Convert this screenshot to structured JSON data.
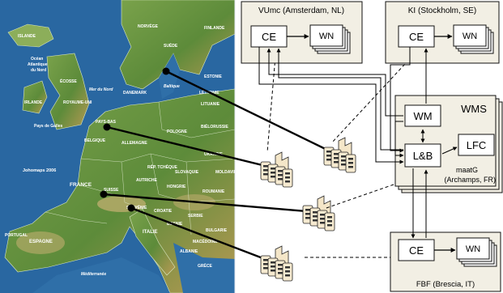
{
  "sites": {
    "vumc": {
      "caption": "VUmc (Amsterdam, NL)",
      "ce": "CE",
      "wn": "WN"
    },
    "ki": {
      "caption": "KI (Stockholm, SE)",
      "ce": "CE",
      "wn": "WN"
    },
    "maatg": {
      "wms": "WMS",
      "wm": "WM",
      "lb": "L&B",
      "lfc": "LFC",
      "caption_line1": "maatG",
      "caption_line2": "(Archamps, FR)"
    },
    "fbf": {
      "caption": "FBF (Brescia, IT)",
      "ce": "CE",
      "wn": "WN"
    }
  },
  "map": {
    "labels": [
      "Océan",
      "Atlantique",
      "du Nord",
      "Johomaps 2006",
      "ISLANDE",
      "ÉCOSSE",
      "IRLANDE",
      "ROYAUME-UNI",
      "Pays de Galles",
      "PAYS-BAS",
      "BELGIQUE",
      "ALLEMAGNE",
      "DANEMARK",
      "NORVÈGE",
      "SUÈDE",
      "FINLANDE",
      "ESTONIE",
      "LETTONIE",
      "LITUANIE",
      "BIÉLORUSSIE",
      "POLOGNE",
      "RÉP. TCHÈQUE",
      "SLOVAQUIE",
      "AUTRICHE",
      "HONGRIE",
      "SUISSE",
      "FRANCE",
      "ESPAGNE",
      "PORTUGAL",
      "ITALIE",
      "SLOVÉNIE",
      "CROATIE",
      "SERBIE",
      "ROUMANIE",
      "UKRAINE",
      "BULGARIE",
      "MACÉDOINE",
      "ALBANIE",
      "GRÈCE",
      "BOSNIE",
      "MOLDAVIE",
      "Baltique",
      "Mer du Nord",
      "Méditerranée"
    ]
  },
  "colors": {
    "box_fill": "#f2efe4",
    "inner_fill": "#ffffff",
    "stroke": "#111111",
    "sea": "#2f6fa8",
    "land": "#6f9a45",
    "connector": "#000000"
  }
}
